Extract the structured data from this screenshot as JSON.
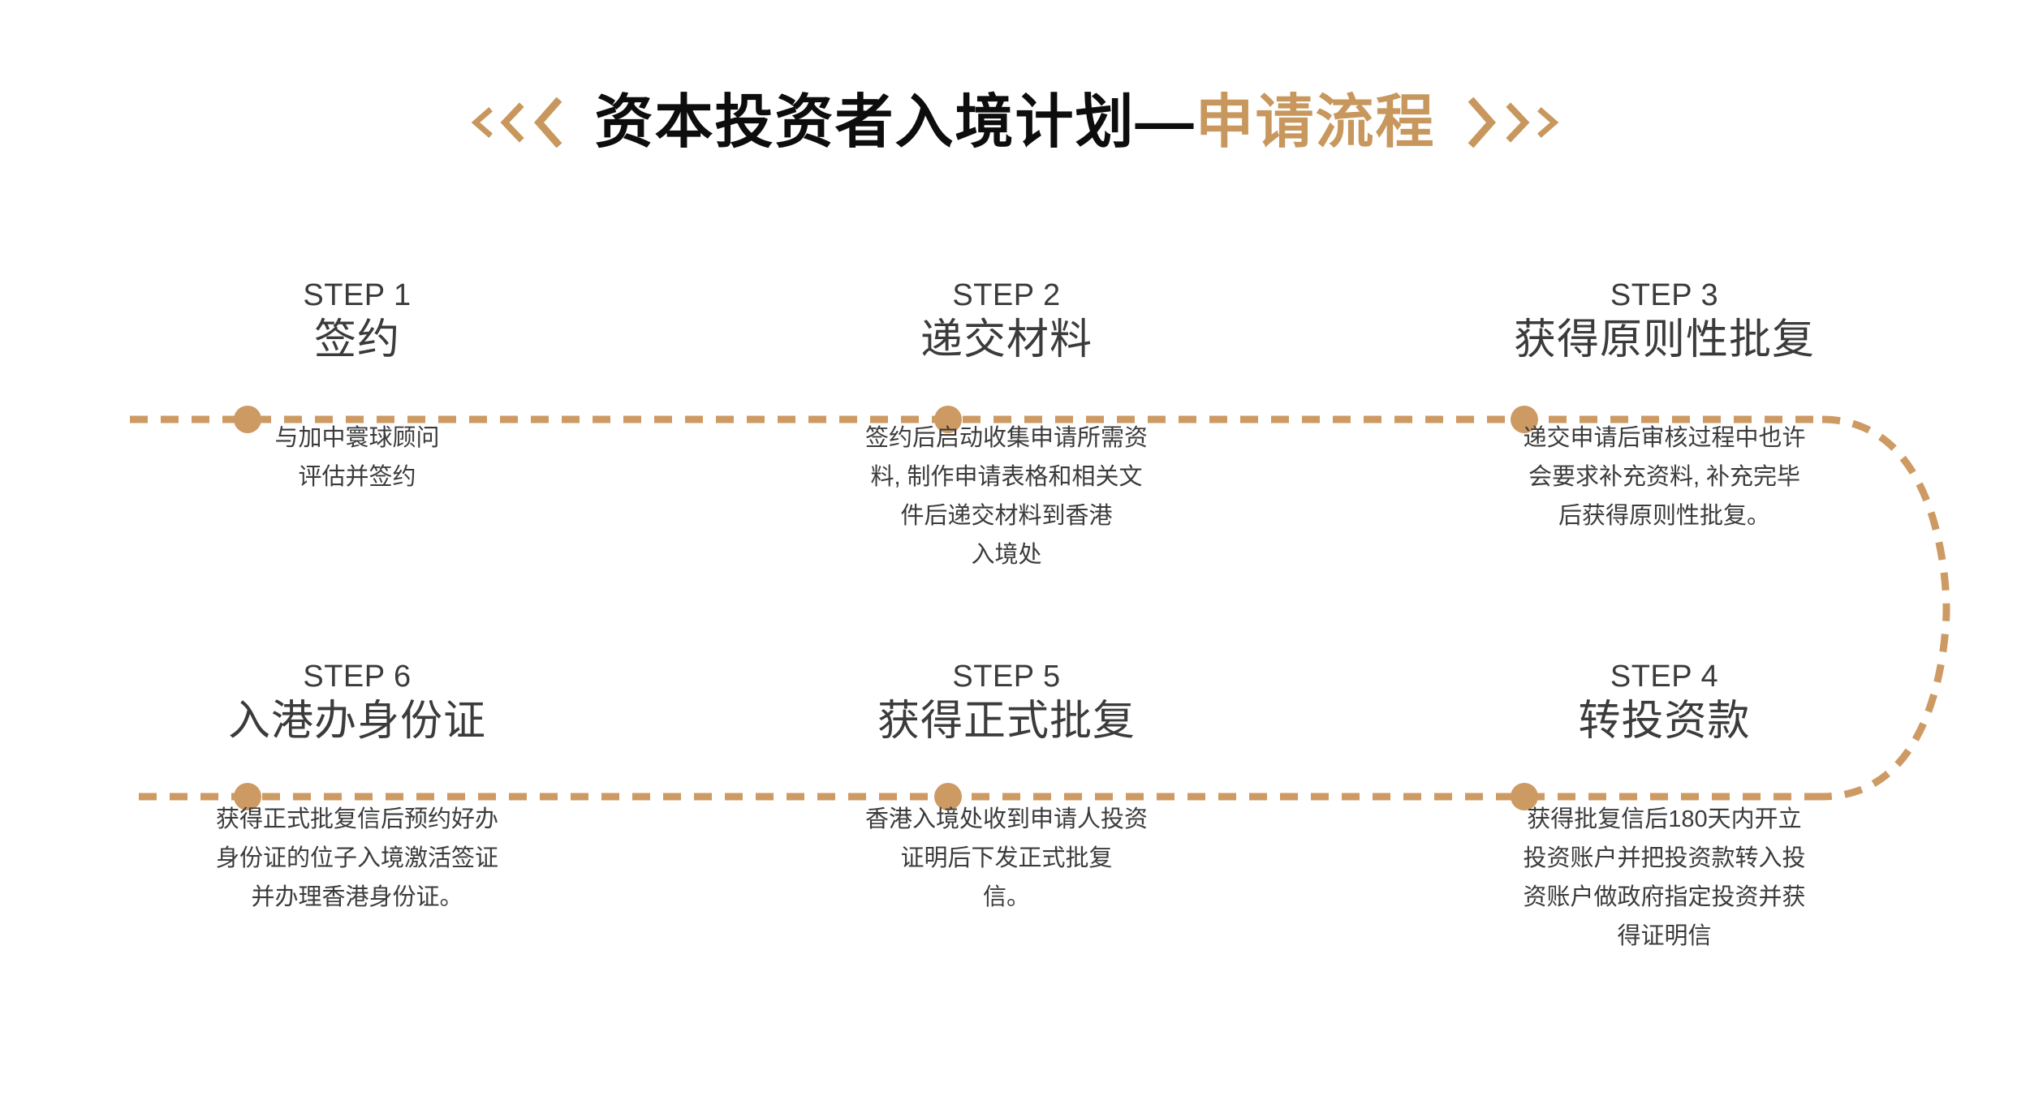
{
  "title": {
    "left_chevrons": "<<<",
    "main_black": "资本投资者入境计划—",
    "main_accent": "申请流程",
    "right_chevrons": ">>>",
    "accent_color": "#c8975d",
    "text_color": "#0d0d0d"
  },
  "theme": {
    "line_color": "#cd9a63",
    "dot_color": "#cd9a63",
    "body_text_color": "#3b3b3b",
    "background": "#ffffff"
  },
  "steps": [
    {
      "label": "STEP 1",
      "title": "签约",
      "desc_lines": [
        "与加中寰球顾问",
        "评估并签约"
      ]
    },
    {
      "label": "STEP 2",
      "title": "递交材料",
      "desc_lines": [
        "签约后启动收集申请所需资",
        "料, 制作申请表格和相关文",
        "件后递交材料到香港",
        "入境处"
      ]
    },
    {
      "label": "STEP 3",
      "title": "获得原则性批复",
      "desc_lines": [
        "递交申请后审核过程中也许",
        "会要求补充资料, 补充完毕",
        "后获得原则性批复。"
      ]
    },
    {
      "label": "STEP 4",
      "title": "转投资款",
      "desc_lines": [
        "获得批复信后180天内开立",
        "投资账户并把投资款转入投",
        "资账户做政府指定投资并获",
        "得证明信"
      ]
    },
    {
      "label": "STEP 5",
      "title": "获得正式批复",
      "desc_lines": [
        "香港入境处收到申请人投资",
        "证明后下发正式批复",
        "信。"
      ]
    },
    {
      "label": "STEP 6",
      "title": "入港办身份证",
      "desc_lines": [
        "获得正式批复信后预约好办",
        "身份证的位子入境激活签证",
        "并办理香港身份证。"
      ]
    }
  ],
  "flow": {
    "top_row_order": [
      "STEP 1",
      "STEP 2",
      "STEP 3"
    ],
    "bottom_row_order": [
      "STEP 6",
      "STEP 5",
      "STEP 4"
    ],
    "direction": "left-to-right then U-turn right-to-left"
  }
}
